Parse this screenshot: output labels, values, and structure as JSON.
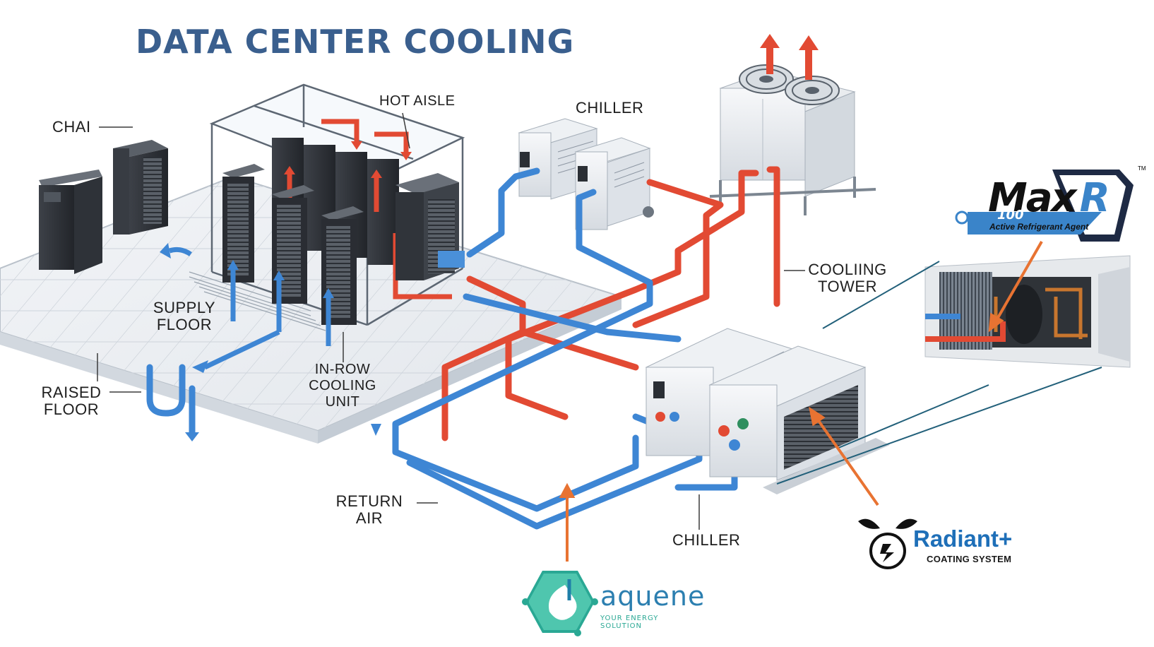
{
  "title": "DATA CENTER COOLING",
  "labels": {
    "chai": "CHAI",
    "hot_aisle": "HOT AISLE",
    "chiller_top": "CHILLER",
    "cooling_tower_1": "COOLIING",
    "cooling_tower_2": "TOWER",
    "supply_floor_1": "SUPPLY",
    "supply_floor_2": "FLOOR",
    "raised_floor_1": "RAISED",
    "raised_floor_2": "FLOOR",
    "in_row_1": "IN-ROW",
    "in_row_2": "COOLING",
    "in_row_3": "UNIT",
    "return_air_1": "RETURN",
    "return_air_2": "AIR",
    "chiller_bottom": "CHILLER"
  },
  "logos": {
    "maxr": {
      "name": "MaxR",
      "name_max": "Max",
      "name_r": "R",
      "trademark": "TM",
      "number": "100",
      "tagline": "Active Refrigerant Agent"
    },
    "radiant": {
      "name": "Radiant+",
      "subtitle": "COATING SYSTEM"
    },
    "aquene": {
      "name": "aquene",
      "subtitle": "YOUR ENERGY SOLUTION"
    }
  },
  "colors": {
    "title": "#3a5f8e",
    "hot_pipe": "#e24a33",
    "cold_pipe": "#3e86d4",
    "arrow_orange": "#e87332",
    "leader_line": "#22607a",
    "maxr_blue": "#3a84c9",
    "radiant_blue": "#1e6fb8",
    "aquene_teal": "#2aa894",
    "aquene_blue": "#2c7fb0"
  }
}
